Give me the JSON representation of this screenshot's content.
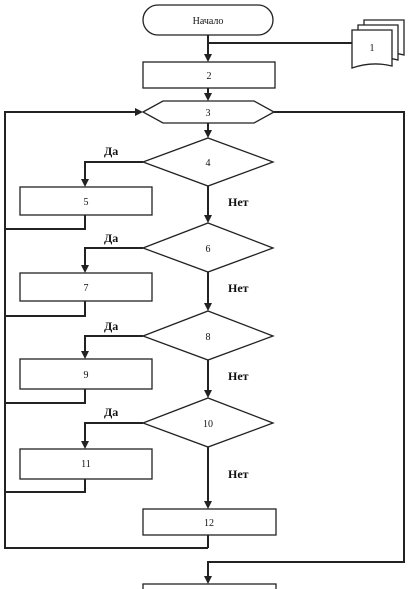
{
  "flowchart": {
    "start": "Начало",
    "document": "1",
    "process_2": "2",
    "loop_3": "3",
    "decisions": [
      {
        "id": "4",
        "yes": "Да",
        "no": "Нет",
        "action": "5"
      },
      {
        "id": "6",
        "yes": "Да",
        "no": "Нет",
        "action": "7"
      },
      {
        "id": "8",
        "yes": "Да",
        "no": "Нет",
        "action": "9"
      },
      {
        "id": "10",
        "yes": "Да",
        "no": "Нет",
        "action": "11"
      }
    ],
    "process_12": "12"
  }
}
